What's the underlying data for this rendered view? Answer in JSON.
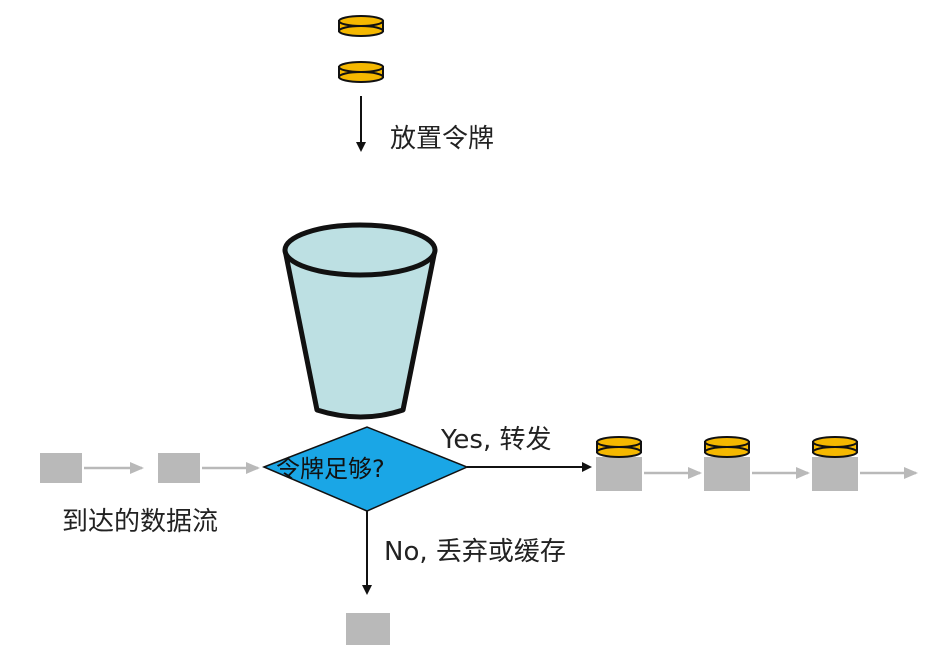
{
  "labels": {
    "put_tokens": "放置令牌",
    "decision": "令牌足够?",
    "yes_branch": "Yes, 转发",
    "no_branch": "No, 丢弃或缓存",
    "arriving_flow": "到达的数据流"
  },
  "colors": {
    "token_fill": "#f5b800",
    "token_stroke": "#111111",
    "bucket_fill": "#bde0e3",
    "decision_fill": "#1aa6e6",
    "packet_fill": "#b9b9b9"
  }
}
